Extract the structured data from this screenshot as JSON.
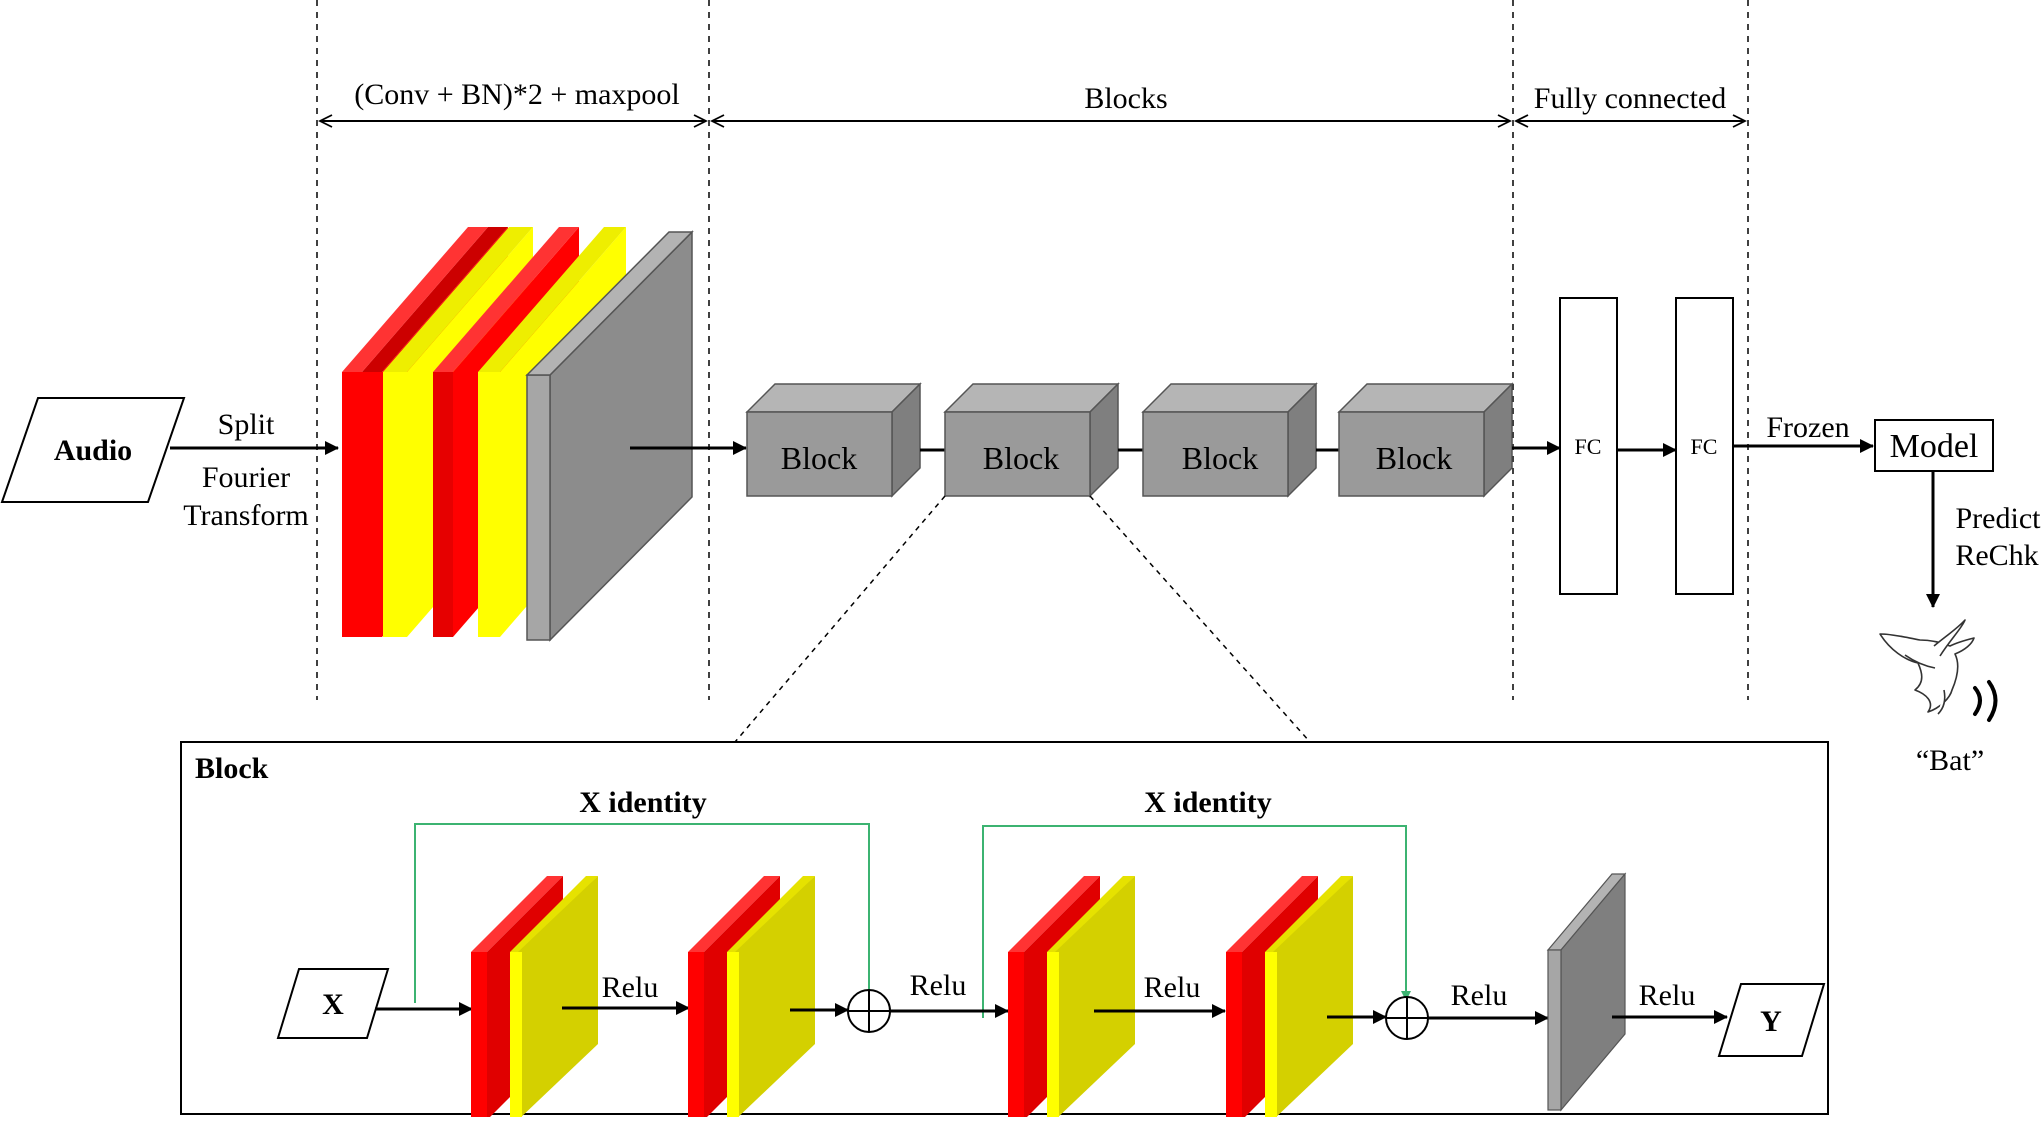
{
  "sections": {
    "conv": "(Conv + BN)*2 + maxpool",
    "blocks": "Blocks",
    "fc": "Fully connected"
  },
  "input": {
    "label": "Audio",
    "arrow_top": "Split",
    "arrow_bottom_1": "Fourier",
    "arrow_bottom_2": "Transform"
  },
  "blocks": [
    "Block",
    "Block",
    "Block",
    "Block"
  ],
  "fc_layers": [
    "FC",
    "FC"
  ],
  "output": {
    "frozen_label": "Frozen",
    "model_label": "Model",
    "predict_label": "Predict",
    "rechk_label": "ReChk",
    "result_label": "“Bat”"
  },
  "block_detail": {
    "title": "Block",
    "identity_1": "X identity",
    "identity_2": "X identity",
    "input_label": "X",
    "output_label": "Y",
    "relu_labels": [
      "Relu",
      "Relu",
      "Relu",
      "Relu",
      "Relu"
    ]
  },
  "colors": {
    "conv_red": "#ff0000",
    "bn_yellow": "#ffff00",
    "bn_yellow_detail": "#d4d000",
    "pool_gray": "#8c8c8c",
    "block_gray": "#9a9a9a",
    "skip_green": "#3cb371"
  }
}
